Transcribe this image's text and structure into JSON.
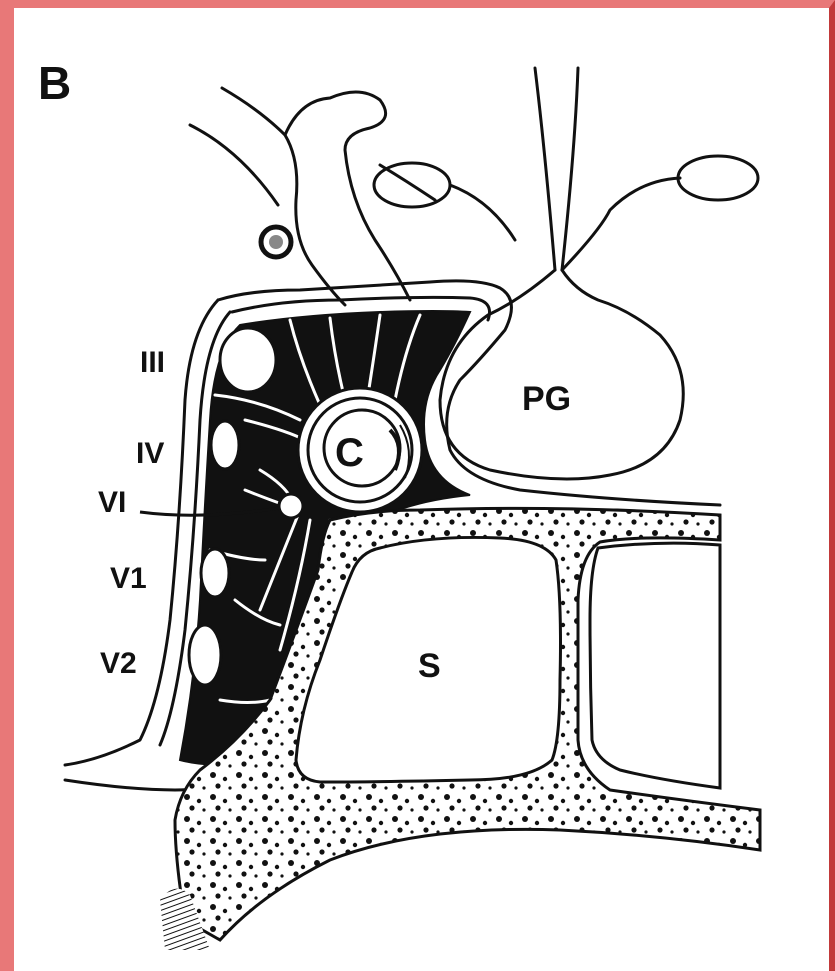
{
  "panel_label": "B",
  "labels": {
    "iii": "III",
    "iv": "IV",
    "vi": "VI",
    "v1": "V1",
    "v2": "V2",
    "c": "C",
    "pg": "PG",
    "s": "S"
  },
  "colors": {
    "frame_left": "#e87878",
    "frame_right": "#c23a3a",
    "ink": "#111111",
    "paper": "#ffffff"
  }
}
